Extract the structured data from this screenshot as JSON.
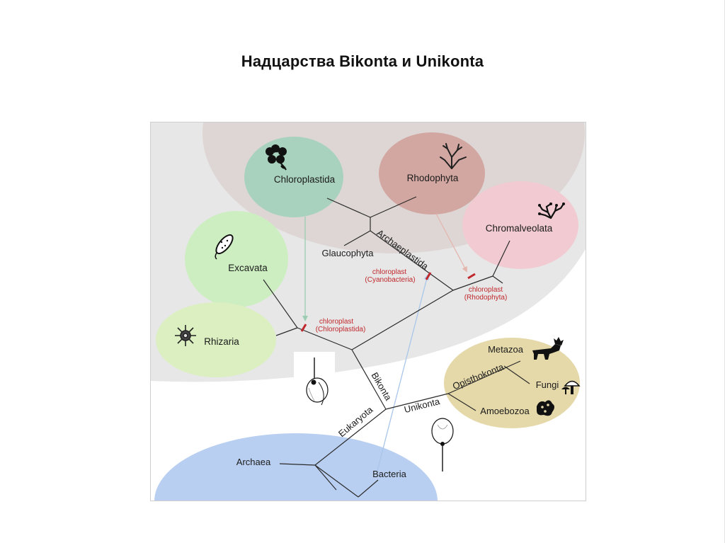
{
  "title": "Надцарства Bikonta и Unikonta",
  "colors": {
    "panel": "#e7e7e7",
    "plant_arc": "#ddd6d4",
    "chloroplastida": "#a9d2be",
    "rhodophyta": "#d3a7a1",
    "chromalveolata": "#f1cbd1",
    "excavata": "#cdeec1",
    "rhizaria": "#dbefc1",
    "unikonta": "#e5d9a9",
    "prokaryotes": "#b9cff1",
    "marker": "#c0282d",
    "arrow_green": "#9ccdb3",
    "arrow_pink": "#e4b6ae",
    "arrow_blue": "#a9c6ea"
  },
  "groups": {
    "chloroplastida": "Chloroplastida",
    "rhodophyta": "Rhodophyta",
    "chromalveolata": "Chromalveolata",
    "excavata": "Excavata",
    "rhizaria": "Rhizaria",
    "glaucophyta": "Glaucophyta",
    "metazoa": "Metazoa",
    "fungi": "Fungi",
    "amoebozoa": "Amoebozoa",
    "archaea": "Archaea",
    "bacteria": "Bacteria"
  },
  "branches": {
    "archaeplastida": "Archaeplastida",
    "bikonta": "Bikonta",
    "unikonta": "Unikonta",
    "opisthokonta": "Opisthokonta",
    "eukaryota": "Eukaryota"
  },
  "markers": {
    "cyanobacteria": {
      "line1": "chloroplast",
      "line2": "(Cyanobacteria)"
    },
    "rhodophyta": {
      "line1": "chloroplast",
      "line2": "(Rhodophyta)"
    },
    "chloroplastida": {
      "line1": "chloroplast",
      "line2": "(Chloroplastida)"
    }
  },
  "icons": [
    "flower-icon",
    "seaweed-icon",
    "coralline-alga-icon",
    "euglenid-icon",
    "radiolarian-icon",
    "moose-icon",
    "mushroom-icon",
    "amoeba-icon",
    "biflagellate-cell-icon",
    "uniflagellate-cell-icon"
  ]
}
